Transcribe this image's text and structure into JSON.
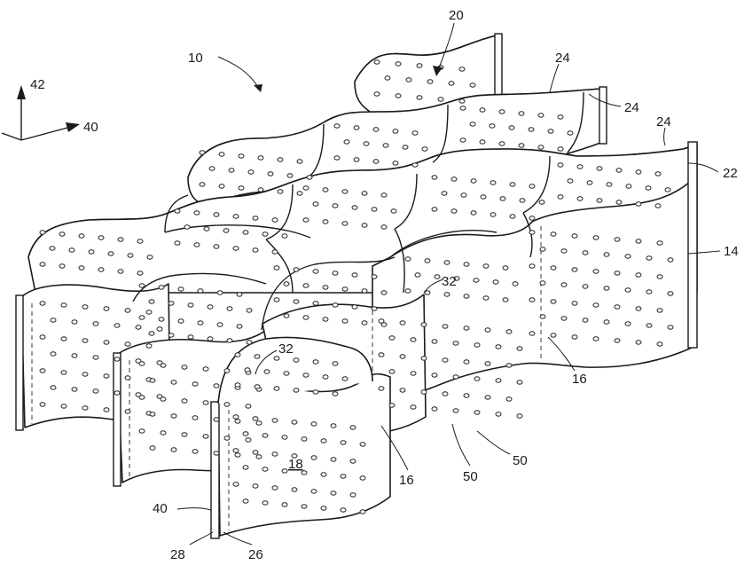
{
  "labels": {
    "l10": "10",
    "l14": "14",
    "l16a": "16",
    "l16b": "16",
    "l18": "18",
    "l20": "20",
    "l22": "22",
    "l24a": "24",
    "l24b": "24",
    "l24c": "24",
    "l26": "26",
    "l28": "28",
    "l32a": "32",
    "l32b": "32",
    "l40a": "40",
    "l40b": "40",
    "l42": "42",
    "l50a": "50",
    "l50b": "50"
  }
}
